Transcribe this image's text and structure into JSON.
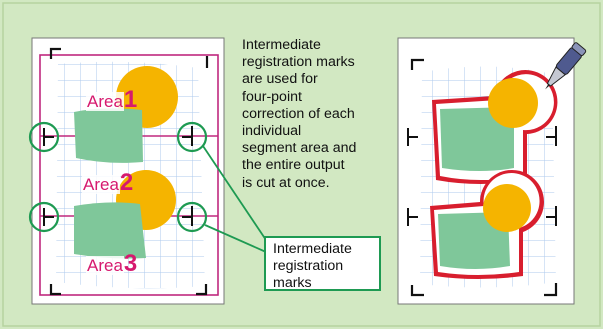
{
  "description_text": [
    "Intermediate",
    "registration marks",
    "are used for",
    "four-point",
    "correction of each",
    "individual",
    "segment area and",
    "the entire output",
    "is cut at once."
  ],
  "callout": {
    "lines": [
      "Intermediate",
      "registration",
      "marks"
    ]
  },
  "areas": [
    {
      "word": "Area",
      "number": "1"
    },
    {
      "word": "Area",
      "number": "2"
    },
    {
      "word": "Area",
      "number": "3"
    }
  ],
  "colors": {
    "background": "#d2e8c2",
    "sheet": "#ffffff",
    "magenta": "#c0287e",
    "green_shape": "#7fc79a",
    "yellow_circle": "#f5b400",
    "red_outline": "#d81e2e",
    "circle_green": "#1e9a52",
    "grid": "#a8c7ec"
  },
  "icons": [
    "cutter-pen-icon"
  ]
}
